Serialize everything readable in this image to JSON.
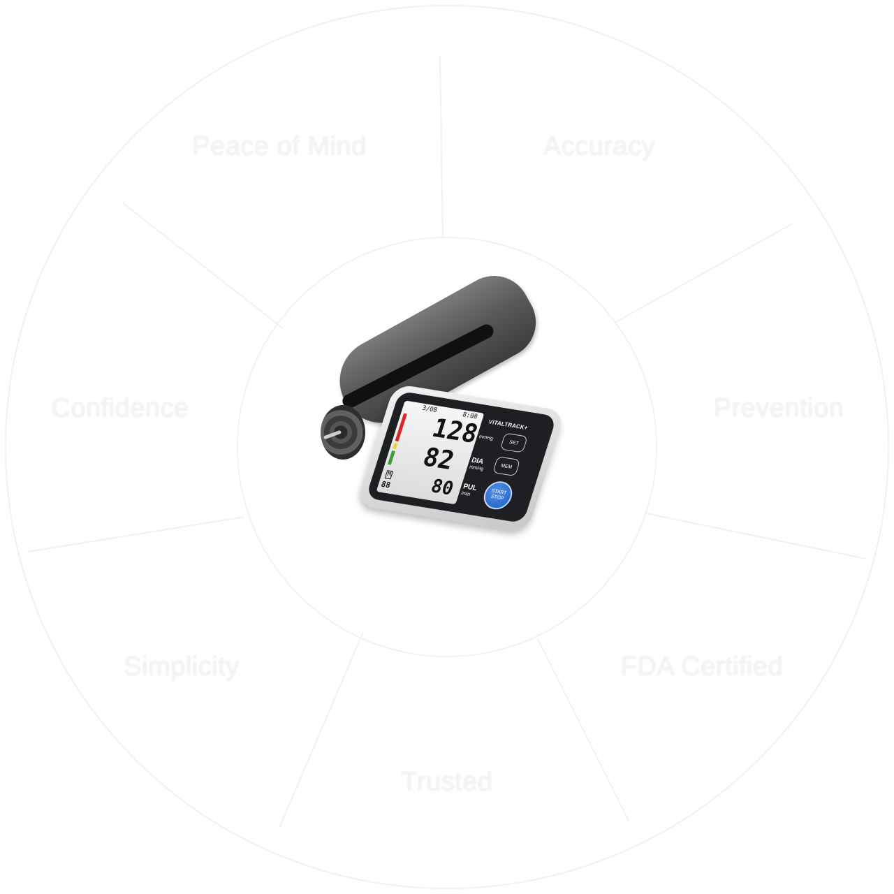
{
  "wheel": {
    "segments": [
      {
        "label": "Peace of Mind"
      },
      {
        "label": "Accuracy"
      },
      {
        "label": "Prevention"
      },
      {
        "label": "FDA Certified"
      },
      {
        "label": "Trusted"
      },
      {
        "label": "Simplicity"
      },
      {
        "label": "Confidence"
      }
    ]
  },
  "device": {
    "brand": "VITALTRACK+",
    "date": "3/08",
    "time": "8:08",
    "memory_marker": "M",
    "memory_number": "88",
    "systolic": "128",
    "diastolic": "82",
    "pulse": "80",
    "sys_unit": "mmHg",
    "dia_label": "DIA",
    "dia_unit": "mmHg",
    "pul_label": "PUL",
    "pul_unit": "/min",
    "buttons": {
      "set": "SET",
      "mem": "MEM",
      "start": "START",
      "stop": "STOP"
    }
  }
}
